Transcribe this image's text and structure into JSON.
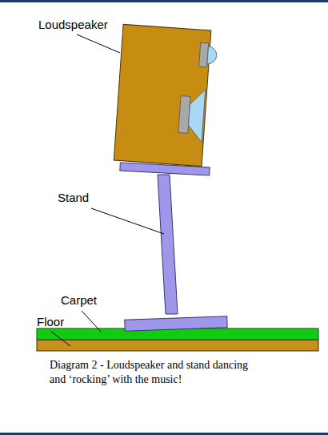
{
  "diagram": {
    "caption": "Diagram 2 - Loudspeaker and stand dancing and ‘rocking’ with the music!",
    "labels": [
      "Loudspeaker",
      "Stand",
      "Carpet",
      "Floor"
    ]
  }
}
